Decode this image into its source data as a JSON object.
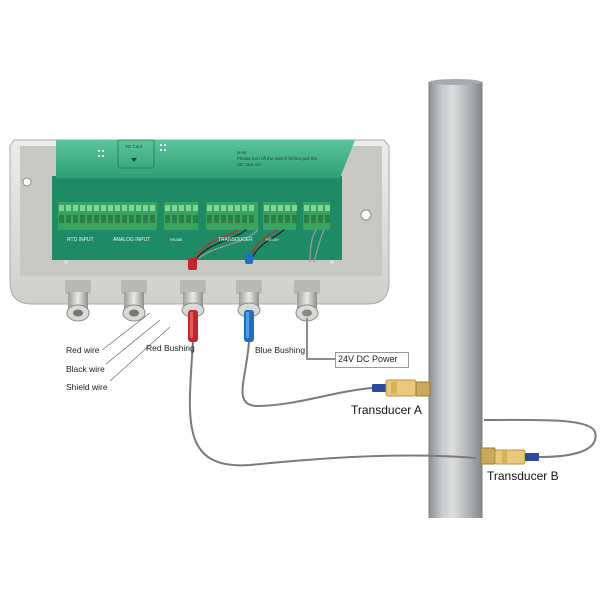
{
  "labels": {
    "red_wire": "Red wire",
    "black_wire": "Black wire",
    "shield_wire": "Shield wire",
    "red_bushing": "Red Bushing",
    "blue_bushing": "Blue Bushing",
    "power": "24V DC Power",
    "transducer_a": "Transducer A",
    "transducer_b": "Transducer B"
  },
  "board": {
    "rtd_input": "RTD INPUT",
    "analog_input": "ANALOG INPUT",
    "transducer": "TRANSDUCER",
    "rs485": "RS485",
    "relay": "RELAY",
    "sd_card": "SD Card",
    "note_title": "Note:",
    "note_line1": "Please turn off the switch before pull the",
    "note_line2": "SD card out."
  },
  "colors": {
    "enclosure": "#e3e3de",
    "pcb": "#3fb38a",
    "terminal": "#49b06a",
    "pipe": "#b9bcbe",
    "red_bushing": "#c0262b",
    "blue_bushing": "#1f6fc0",
    "cable": "#6e6e6e",
    "transducer_body": "#e8c87a",
    "transducer_band": "#2d4a9a"
  }
}
